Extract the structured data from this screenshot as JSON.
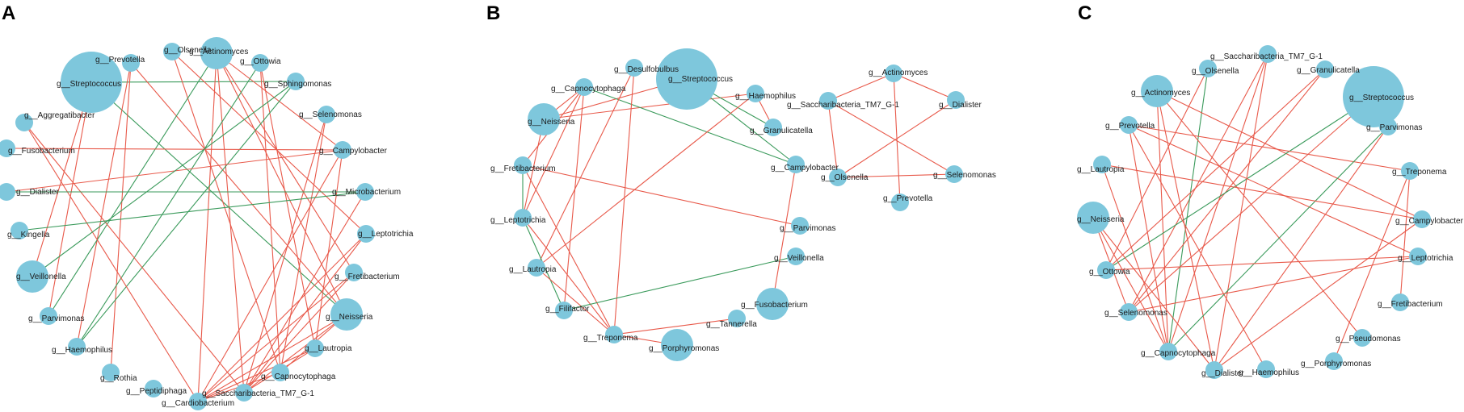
{
  "colors": {
    "node": "#7ec7dc",
    "positive_edge": "#e8594a",
    "negative_edge": "#3a9a5b"
  },
  "panels": [
    {
      "label": "A",
      "nodes": [
        {
          "id": "g__Streptococcus",
          "size": 3
        },
        {
          "id": "g__Prevotella",
          "size": 1
        },
        {
          "id": "g__Olsenella",
          "size": 1
        },
        {
          "id": "g__Actinomyces",
          "size": 2
        },
        {
          "id": "g__Ottowia",
          "size": 1
        },
        {
          "id": "g__Sphingomonas",
          "size": 1
        },
        {
          "id": "g__Aggregatibacter",
          "size": 1
        },
        {
          "id": "g__Selenomonas",
          "size": 1
        },
        {
          "id": "g__Fusobacterium",
          "size": 1
        },
        {
          "id": "g__Campylobacter",
          "size": 1
        },
        {
          "id": "g__Dialister",
          "size": 1
        },
        {
          "id": "g__Microbacterium",
          "size": 1
        },
        {
          "id": "g__Kingella",
          "size": 1
        },
        {
          "id": "g__Leptotrichia",
          "size": 1
        },
        {
          "id": "g__Veillonella",
          "size": 2
        },
        {
          "id": "g__Fretibacterium",
          "size": 1
        },
        {
          "id": "g__Parvimonas",
          "size": 1
        },
        {
          "id": "g__Neisseria",
          "size": 2
        },
        {
          "id": "g__Haemophilus",
          "size": 1
        },
        {
          "id": "g__Lautropia",
          "size": 1
        },
        {
          "id": "g__Rothia",
          "size": 1
        },
        {
          "id": "g__Capnocytophaga",
          "size": 1
        },
        {
          "id": "g__Peptidiphaga",
          "size": 1
        },
        {
          "id": "g__Saccharibacteria_TM7_G-1",
          "size": 1
        },
        {
          "id": "g__Cardiobacterium",
          "size": 1
        }
      ],
      "edges": [
        {
          "source": "g__Streptococcus",
          "target": "g__Sphingomonas",
          "sign": "negative"
        },
        {
          "source": "g__Streptococcus",
          "target": "g__Parvimonas",
          "sign": "positive"
        },
        {
          "source": "g__Streptococcus",
          "target": "g__Veillonella",
          "sign": "positive"
        },
        {
          "source": "g__Streptococcus",
          "target": "g__Neisseria",
          "sign": "negative"
        },
        {
          "source": "g__Prevotella",
          "target": "g__Haemophilus",
          "sign": "positive"
        },
        {
          "source": "g__Prevotella",
          "target": "g__Rothia",
          "sign": "positive"
        },
        {
          "source": "g__Prevotella",
          "target": "g__Neisseria",
          "sign": "positive"
        },
        {
          "source": "g__Olsenella",
          "target": "g__Capnocytophaga",
          "sign": "positive"
        },
        {
          "source": "g__Olsenella",
          "target": "g__Leptotrichia",
          "sign": "positive"
        },
        {
          "source": "g__Actinomyces",
          "target": "g__Saccharibacteria_TM7_G-1",
          "sign": "positive"
        },
        {
          "source": "g__Actinomyces",
          "target": "g__Neisseria",
          "sign": "positive"
        },
        {
          "source": "g__Actinomyces",
          "target": "g__Campylobacter",
          "sign": "positive"
        },
        {
          "source": "g__Actinomyces",
          "target": "g__Fretibacterium",
          "sign": "positive"
        },
        {
          "source": "g__Actinomyces",
          "target": "g__Cardiobacterium",
          "sign": "positive"
        },
        {
          "source": "g__Actinomyces",
          "target": "g__Parvimonas",
          "sign": "negative"
        },
        {
          "source": "g__Ottowia",
          "target": "g__Lautropia",
          "sign": "positive"
        },
        {
          "source": "g__Ottowia",
          "target": "g__Capnocytophaga",
          "sign": "positive"
        },
        {
          "source": "g__Ottowia",
          "target": "g__Haemophilus",
          "sign": "negative"
        },
        {
          "source": "g__Sphingomonas",
          "target": "g__Haemophilus",
          "sign": "negative"
        },
        {
          "source": "g__Aggregatibacter",
          "target": "g__Cardiobacterium",
          "sign": "positive"
        },
        {
          "source": "g__Aggregatibacter",
          "target": "g__Saccharibacteria_TM7_G-1",
          "sign": "positive"
        },
        {
          "source": "g__Selenomonas",
          "target": "g__Saccharibacteria_TM7_G-1",
          "sign": "positive"
        },
        {
          "source": "g__Selenomonas",
          "target": "g__Capnocytophaga",
          "sign": "positive"
        },
        {
          "source": "g__Fusobacterium",
          "target": "g__Campylobacter",
          "sign": "positive"
        },
        {
          "source": "g__Campylobacter",
          "target": "g__Cardiobacterium",
          "sign": "positive"
        },
        {
          "source": "g__Campylobacter",
          "target": "g__Lautropia",
          "sign": "positive"
        },
        {
          "source": "g__Dialister",
          "target": "g__Microbacterium",
          "sign": "negative"
        },
        {
          "source": "g__Dialister",
          "target": "g__Campylobacter",
          "sign": "positive"
        },
        {
          "source": "g__Kingella",
          "target": "g__Microbacterium",
          "sign": "negative"
        },
        {
          "source": "g__Microbacterium",
          "target": "g__Saccharibacteria_TM7_G-1",
          "sign": "positive"
        },
        {
          "source": "g__Leptotrichia",
          "target": "g__Saccharibacteria_TM7_G-1",
          "sign": "positive"
        },
        {
          "source": "g__Leptotrichia",
          "target": "g__Cardiobacterium",
          "sign": "positive"
        },
        {
          "source": "g__Fretibacterium",
          "target": "g__Saccharibacteria_TM7_G-1",
          "sign": "positive"
        },
        {
          "source": "g__Fretibacterium",
          "target": "g__Cardiobacterium",
          "sign": "positive"
        },
        {
          "source": "g__Neisseria",
          "target": "g__Saccharibacteria_TM7_G-1",
          "sign": "positive"
        },
        {
          "source": "g__Neisseria",
          "target": "g__Cardiobacterium",
          "sign": "positive"
        },
        {
          "source": "g__Neisseria",
          "target": "g__Capnocytophaga",
          "sign": "positive"
        },
        {
          "source": "g__Lautropia",
          "target": "g__Saccharibacteria_TM7_G-1",
          "sign": "positive"
        },
        {
          "source": "g__Lautropia",
          "target": "g__Cardiobacterium",
          "sign": "positive"
        },
        {
          "source": "g__Capnocytophaga",
          "target": "g__Cardiobacterium",
          "sign": "positive"
        },
        {
          "source": "g__Veillonella",
          "target": "g__Sphingomonas",
          "sign": "negative"
        }
      ]
    },
    {
      "label": "B",
      "nodes": [
        {
          "id": "g__Desulfobulbus",
          "size": 1
        },
        {
          "id": "g__Streptococcus",
          "size": 3
        },
        {
          "id": "g__Capnocytophaga",
          "size": 1
        },
        {
          "id": "g__Haemophilus",
          "size": 1
        },
        {
          "id": "g__Neisseria",
          "size": 2
        },
        {
          "id": "g__Granulicatella",
          "size": 1
        },
        {
          "id": "g__Campylobacter",
          "size": 1
        },
        {
          "id": "g__Fretibacterium",
          "size": 1
        },
        {
          "id": "g__Leptotrichia",
          "size": 1
        },
        {
          "id": "g__Parvimonas",
          "size": 1
        },
        {
          "id": "g__Veillonella",
          "size": 1
        },
        {
          "id": "g__Lautropia",
          "size": 1
        },
        {
          "id": "g__Fusobacterium",
          "size": 2
        },
        {
          "id": "g__Filifactor",
          "size": 1
        },
        {
          "id": "g__Tannerella",
          "size": 1
        },
        {
          "id": "g__Treponema",
          "size": 1
        },
        {
          "id": "g__Porphyromonas",
          "size": 2
        },
        {
          "id": "g__Actinomyces",
          "size": 1
        },
        {
          "id": "g__Saccharibacteria_TM7_G-1",
          "size": 1
        },
        {
          "id": "g__Dialister",
          "size": 1
        },
        {
          "id": "g__Selenomonas",
          "size": 1
        },
        {
          "id": "g__Olsenella",
          "size": 1
        },
        {
          "id": "g__Prevotella",
          "size": 1
        }
      ],
      "edges": [
        {
          "source": "g__Neisseria",
          "target": "g__Haemophilus",
          "sign": "positive"
        },
        {
          "source": "g__Neisseria",
          "target": "g__Streptococcus",
          "sign": "positive"
        },
        {
          "source": "g__Neisseria",
          "target": "g__Capnocytophaga",
          "sign": "positive"
        },
        {
          "source": "g__Neisseria",
          "target": "g__Leptotrichia",
          "sign": "positive"
        },
        {
          "source": "g__Capnocytophaga",
          "target": "g__Fretibacterium",
          "sign": "positive"
        },
        {
          "source": "g__Capnocytophaga",
          "target": "g__Leptotrichia",
          "sign": "positive"
        },
        {
          "source": "g__Capnocytophaga",
          "target": "g__Campylobacter",
          "sign": "negative"
        },
        {
          "source": "g__Desulfobulbus",
          "target": "g__Lautropia",
          "sign": "positive"
        },
        {
          "source": "g__Desulfobulbus",
          "target": "g__Treponema",
          "sign": "positive"
        },
        {
          "source": "g__Streptococcus",
          "target": "g__Granulicatella",
          "sign": "negative"
        },
        {
          "source": "g__Streptococcus",
          "target": "g__Campylobacter",
          "sign": "negative"
        },
        {
          "source": "g__Haemophilus",
          "target": "g__Granulicatella",
          "sign": "positive"
        },
        {
          "source": "g__Haemophilus",
          "target": "g__Lautropia",
          "sign": "positive"
        },
        {
          "source": "g__Fretibacterium",
          "target": "g__Parvimonas",
          "sign": "positive"
        },
        {
          "source": "g__Fretibacterium",
          "target": "g__Leptotrichia",
          "sign": "negative"
        },
        {
          "source": "g__Fretibacterium",
          "target": "g__Treponema",
          "sign": "positive"
        },
        {
          "source": "g__Leptotrichia",
          "target": "g__Filifactor",
          "sign": "negative"
        },
        {
          "source": "g__Leptotrichia",
          "target": "g__Treponema",
          "sign": "positive"
        },
        {
          "source": "g__Lautropia",
          "target": "g__Treponema",
          "sign": "positive"
        },
        {
          "source": "g__Filifactor",
          "target": "g__Veillonella",
          "sign": "negative"
        },
        {
          "source": "g__Filifactor",
          "target": "g__Capnocytophaga",
          "sign": "positive"
        },
        {
          "source": "g__Treponema",
          "target": "g__Tannerella",
          "sign": "positive"
        },
        {
          "source": "g__Treponema",
          "target": "g__Porphyromonas",
          "sign": "positive"
        },
        {
          "source": "g__Campylobacter",
          "target": "g__Fusobacterium",
          "sign": "positive"
        },
        {
          "source": "g__Actinomyces",
          "target": "g__Saccharibacteria_TM7_G-1",
          "sign": "positive"
        },
        {
          "source": "g__Actinomyces",
          "target": "g__Dialister",
          "sign": "positive"
        },
        {
          "source": "g__Actinomyces",
          "target": "g__Prevotella",
          "sign": "positive"
        },
        {
          "source": "g__Saccharibacteria_TM7_G-1",
          "target": "g__Olsenella",
          "sign": "positive"
        },
        {
          "source": "g__Saccharibacteria_TM7_G-1",
          "target": "g__Selenomonas",
          "sign": "positive"
        },
        {
          "source": "g__Dialister",
          "target": "g__Olsenella",
          "sign": "positive"
        },
        {
          "source": "g__Olsenella",
          "target": "g__Selenomonas",
          "sign": "positive"
        }
      ]
    },
    {
      "label": "C",
      "nodes": [
        {
          "id": "g__Saccharibacteria_TM7_G-1",
          "size": 1
        },
        {
          "id": "g__Olsenella",
          "size": 1
        },
        {
          "id": "g__Granulicatella",
          "size": 1
        },
        {
          "id": "g__Actinomyces",
          "size": 2
        },
        {
          "id": "g__Streptococcus",
          "size": 3
        },
        {
          "id": "g__Prevotella",
          "size": 1
        },
        {
          "id": "g__Parvimonas",
          "size": 1
        },
        {
          "id": "g__Lautropia",
          "size": 1
        },
        {
          "id": "g__Treponema",
          "size": 1
        },
        {
          "id": "g__Neisseria",
          "size": 2
        },
        {
          "id": "g__Campylobacter",
          "size": 1
        },
        {
          "id": "g__Leptotrichia",
          "size": 1
        },
        {
          "id": "g__Ottowia",
          "size": 1
        },
        {
          "id": "g__Fretibacterium",
          "size": 1
        },
        {
          "id": "g__Selenomonas",
          "size": 1
        },
        {
          "id": "g__Pseudomonas",
          "size": 1
        },
        {
          "id": "g__Capnocytophaga",
          "size": 1
        },
        {
          "id": "g__Porphyromonas",
          "size": 1
        },
        {
          "id": "g__Dialister",
          "size": 1
        },
        {
          "id": "g__Haemophilus",
          "size": 1
        }
      ],
      "edges": [
        {
          "source": "g__Saccharibacteria_TM7_G-1",
          "target": "g__Selenomonas",
          "sign": "positive"
        },
        {
          "source": "g__Saccharibacteria_TM7_G-1",
          "target": "g__Dialister",
          "sign": "positive"
        },
        {
          "source": "g__Saccharibacteria_TM7_G-1",
          "target": "g__Capnocytophaga",
          "sign": "positive"
        },
        {
          "source": "g__Olsenella",
          "target": "g__Capnocytophaga",
          "sign": "negative"
        },
        {
          "source": "g__Olsenella",
          "target": "g__Ottowia",
          "sign": "positive"
        },
        {
          "source": "g__Granulicatella",
          "target": "g__Ottowia",
          "sign": "positive"
        },
        {
          "source": "g__Granulicatella",
          "target": "g__Selenomonas",
          "sign": "positive"
        },
        {
          "source": "g__Actinomyces",
          "target": "g__Campylobacter",
          "sign": "positive"
        },
        {
          "source": "g__Actinomyces",
          "target": "g__Capnocytophaga",
          "sign": "positive"
        },
        {
          "source": "g__Actinomyces",
          "target": "g__Dialister",
          "sign": "positive"
        },
        {
          "source": "g__Actinomyces",
          "target": "g__Pseudomonas",
          "sign": "positive"
        },
        {
          "source": "g__Streptococcus",
          "target": "g__Ottowia",
          "sign": "negative"
        },
        {
          "source": "g__Streptococcus",
          "target": "g__Selenomonas",
          "sign": "positive"
        },
        {
          "source": "g__Prevotella",
          "target": "g__Treponema",
          "sign": "positive"
        },
        {
          "source": "g__Prevotella",
          "target": "g__Leptotrichia",
          "sign": "positive"
        },
        {
          "source": "g__Prevotella",
          "target": "g__Capnocytophaga",
          "sign": "positive"
        },
        {
          "source": "g__Prevotella",
          "target": "g__Haemophilus",
          "sign": "positive"
        },
        {
          "source": "g__Parvimonas",
          "target": "g__Capnocytophaga",
          "sign": "negative"
        },
        {
          "source": "g__Parvimonas",
          "target": "g__Dialister",
          "sign": "positive"
        },
        {
          "source": "g__Lautropia",
          "target": "g__Campylobacter",
          "sign": "positive"
        },
        {
          "source": "g__Lautropia",
          "target": "g__Capnocytophaga",
          "sign": "positive"
        },
        {
          "source": "g__Treponema",
          "target": "g__Fretibacterium",
          "sign": "positive"
        },
        {
          "source": "g__Treponema",
          "target": "g__Porphyromonas",
          "sign": "positive"
        },
        {
          "source": "g__Neisseria",
          "target": "g__Capnocytophaga",
          "sign": "positive"
        },
        {
          "source": "g__Neisseria",
          "target": "g__Selenomonas",
          "sign": "positive"
        },
        {
          "source": "g__Neisseria",
          "target": "g__Dialister",
          "sign": "positive"
        },
        {
          "source": "g__Ottowia",
          "target": "g__Leptotrichia",
          "sign": "positive"
        },
        {
          "source": "g__Selenomonas",
          "target": "g__Leptotrichia",
          "sign": "positive"
        },
        {
          "source": "g__Campylobacter",
          "target": "g__Dialister",
          "sign": "positive"
        }
      ]
    }
  ]
}
